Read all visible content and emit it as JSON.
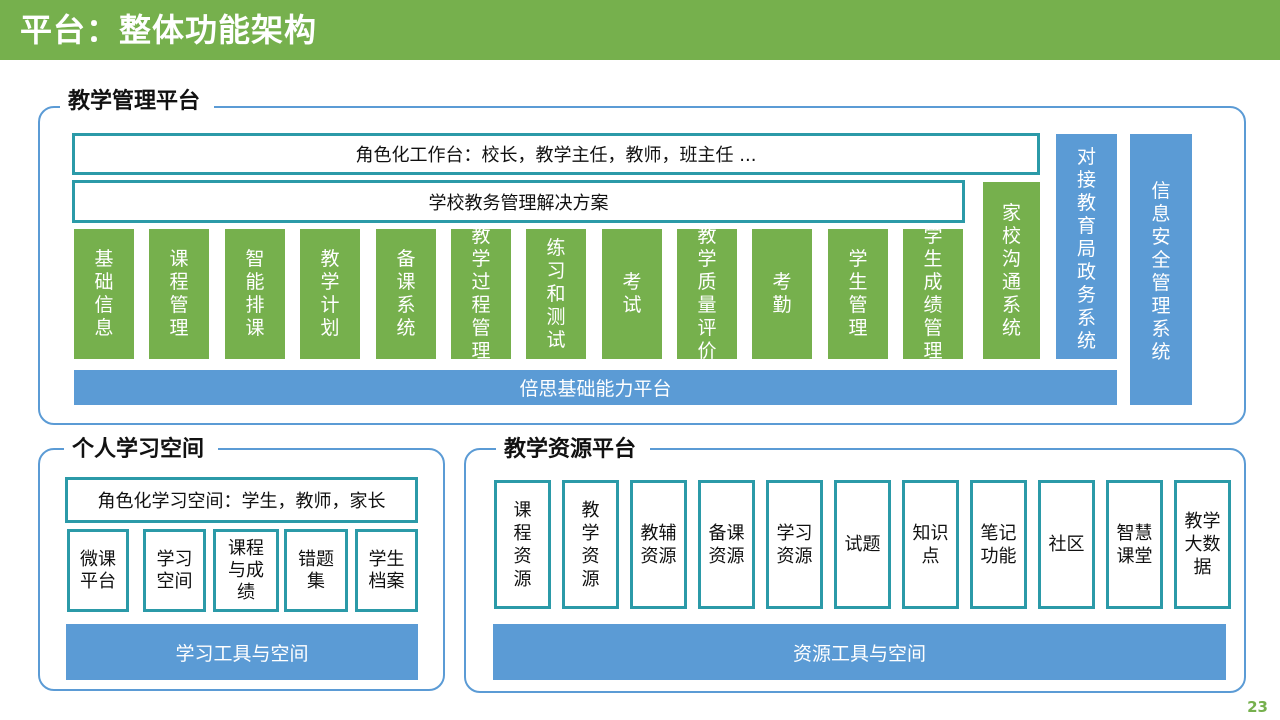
{
  "page": {
    "title": "平台：整体功能架构",
    "page_number": "23"
  },
  "teaching_platform": {
    "label": "教学管理平台",
    "role_workbench": "角色化工作台：校长，教学主任，教师，班主任 ...",
    "solution": "学校教务管理解决方案",
    "modules": [
      "基础信息",
      "课程管理",
      "智能排课",
      "教学计划",
      "备课系统",
      "教学过程管理",
      "练习和测试",
      "考试",
      "教学质量评价",
      "考勤",
      "学生管理",
      "学生成绩管理"
    ],
    "home_school": "家校沟通系统",
    "bureau": "对接教育局政务系统",
    "security": "信息安全管理系统",
    "base_platform": "倍思基础能力平台"
  },
  "personal_space": {
    "label": "个人学习空间",
    "role_space": "角色化学习空间：学生，教师，家长",
    "items": [
      "微课平台",
      "学习空间",
      "课程与成绩",
      "错题集",
      "学生档案"
    ],
    "tools": "学习工具与空间"
  },
  "resource_platform": {
    "label": "教学资源平台",
    "items": [
      "课程资源",
      "教学资源",
      "教辅资源",
      "备课资源",
      "学习资源",
      "试题",
      "知识点",
      "笔记功能",
      "社区",
      "智慧课堂",
      "教学大数据"
    ],
    "tools": "资源工具与空间"
  },
  "colors": {
    "green": "#76b04d",
    "blue": "#5b9bd5",
    "teal_border": "#2b9aa8"
  }
}
